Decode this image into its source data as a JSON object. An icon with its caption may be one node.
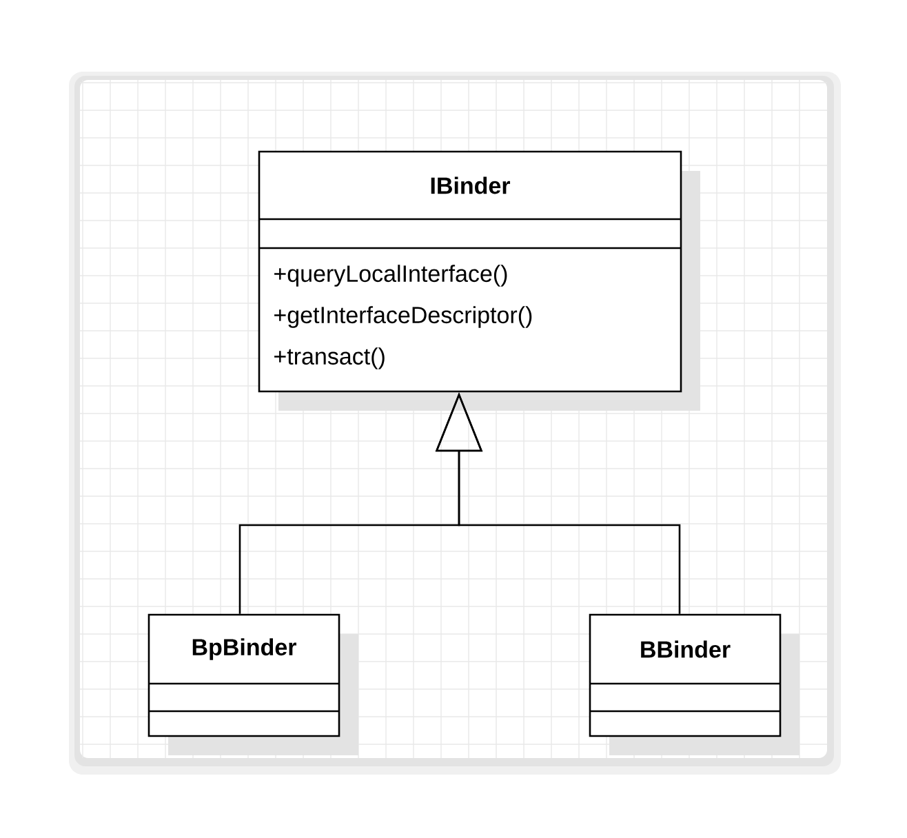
{
  "diagram": {
    "nodes": [
      {
        "text": [
          "IBinder",
          "+queryLocalInterface()",
          "+getInterfaceDescriptor()",
          "+transact()"
        ]
      },
      {
        "text": [
          "BpBinder"
        ]
      },
      {
        "text": [
          "BBinder"
        ]
      }
    ],
    "edges": [
      {
        "from": 1,
        "to": 0,
        "arrow": "to"
      },
      {
        "from": 2,
        "to": 0,
        "arrow": "to"
      }
    ]
  }
}
